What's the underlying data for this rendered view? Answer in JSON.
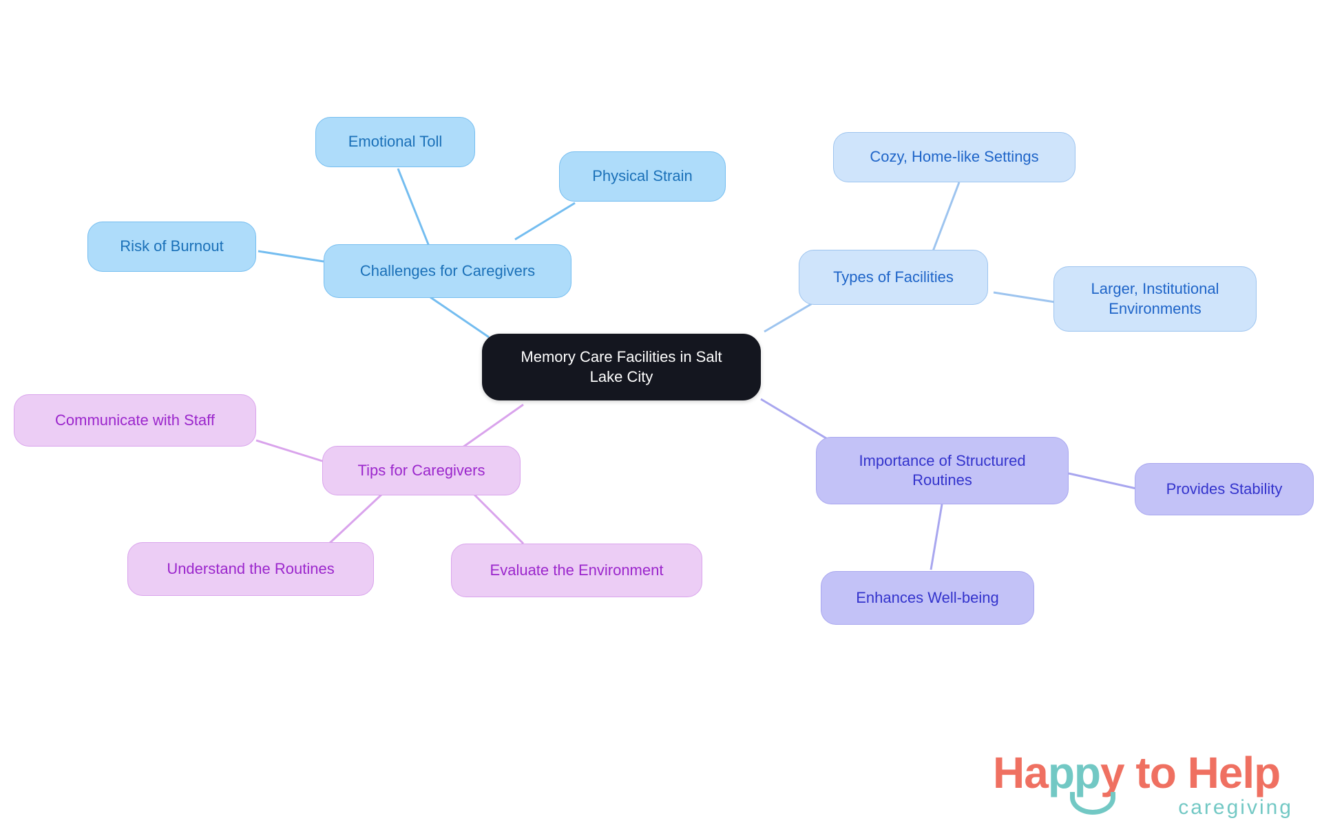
{
  "diagram": {
    "type": "mind-map",
    "root": {
      "id": "root",
      "label": "Memory Care Facilities in Salt\nLake City"
    },
    "branches": [
      {
        "id": "challenges",
        "label": "Challenges for Caregivers",
        "color": "#aedcfa",
        "text_color": "#1a70b8",
        "children": [
          {
            "id": "emotional-toll",
            "label": "Emotional Toll"
          },
          {
            "id": "physical-strain",
            "label": "Physical Strain"
          },
          {
            "id": "risk-of-burnout",
            "label": "Risk of Burnout"
          }
        ]
      },
      {
        "id": "types-of-facilities",
        "label": "Types of Facilities",
        "color": "#cfe4fb",
        "text_color": "#1e64c8",
        "children": [
          {
            "id": "cozy-home-like-settings",
            "label": "Cozy, Home-like Settings"
          },
          {
            "id": "larger-institutional-environments",
            "label": "Larger, Institutional\nEnvironments"
          }
        ]
      },
      {
        "id": "importance-of-structured-routines",
        "label": "Importance of Structured\nRoutines",
        "color": "#c3c2f7",
        "text_color": "#3333cc",
        "children": [
          {
            "id": "provides-stability",
            "label": "Provides Stability"
          },
          {
            "id": "enhances-well-being",
            "label": "Enhances Well-being"
          }
        ]
      },
      {
        "id": "tips-for-caregivers",
        "label": "Tips for Caregivers",
        "color": "#eccdf5",
        "text_color": "#9b26cc",
        "children": [
          {
            "id": "communicate-with-staff",
            "label": "Communicate with Staff"
          },
          {
            "id": "understand-the-routines",
            "label": "Understand the Routines"
          },
          {
            "id": "evaluate-the-environment",
            "label": "Evaluate the Environment"
          }
        ]
      }
    ]
  },
  "nodes": {
    "root": "Memory Care Facilities in Salt\nLake City",
    "challenges": "Challenges for Caregivers",
    "emotional_toll": "Emotional Toll",
    "physical_strain": "Physical Strain",
    "risk_of_burnout": "Risk of Burnout",
    "types_of_facilities": "Types of Facilities",
    "cozy_home_like_settings": "Cozy, Home-like Settings",
    "larger_institutional_environments": "Larger, Institutional\nEnvironments",
    "importance_of_structured_routines": "Importance of Structured\nRoutines",
    "provides_stability": "Provides Stability",
    "enhances_well_being": "Enhances Well-being",
    "tips_for_caregivers": "Tips for Caregivers",
    "communicate_with_staff": "Communicate with Staff",
    "understand_the_routines": "Understand the Routines",
    "evaluate_the_environment": "Evaluate the Environment"
  },
  "logo": {
    "part1": "Ha",
    "part2": "pp",
    "part3": "y to Help",
    "subtitle": "caregiving",
    "coral": "#ef7061",
    "teal": "#72c8c4"
  },
  "colors": {
    "background": "#ffffff",
    "root_fill": "#14161f",
    "root_text": "#ffffff",
    "blue_fill": "#aedcfa",
    "blue_stroke": "#74bdf0",
    "blue_text": "#1a70b8",
    "paleblue_fill": "#cfe4fb",
    "paleblue_stroke": "#9dc4ef",
    "paleblue_text": "#1e64c8",
    "violet_fill": "#c3c2f7",
    "violet_stroke": "#a8a6ef",
    "violet_text": "#3333cc",
    "pink_fill": "#eccdf5",
    "pink_stroke": "#d9a3ec",
    "pink_text": "#9b26cc"
  }
}
